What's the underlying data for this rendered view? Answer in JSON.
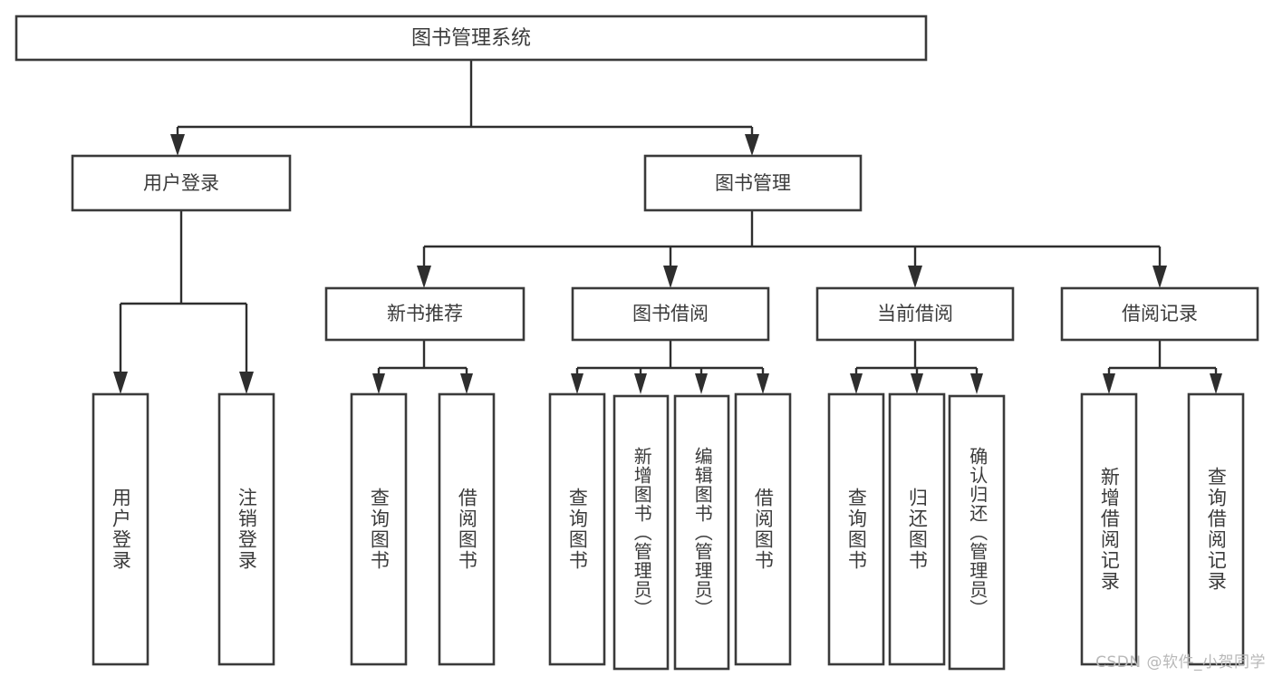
{
  "diagram": {
    "title": "图书管理系统",
    "type": "tree",
    "orientation": "top-down",
    "colors": {
      "background": "#ffffff",
      "box_fill": "#ffffff",
      "box_stroke": "#3a3a3a",
      "connector": "#2e2e2e",
      "text": "#3b3b3b",
      "watermark": "#b8b8b8"
    },
    "root": {
      "label": "图书管理系统"
    },
    "level1": [
      {
        "label": "用户登录"
      },
      {
        "label": "图书管理"
      }
    ],
    "level2": [
      {
        "label": "新书推荐"
      },
      {
        "label": "图书借阅"
      },
      {
        "label": "当前借阅"
      },
      {
        "label": "借阅记录"
      }
    ],
    "leaves": {
      "user_login": [
        {
          "label": "用户登录"
        },
        {
          "label": "注销登录"
        }
      ],
      "new_book_recommend": [
        {
          "label": "查询图书"
        },
        {
          "label": "借阅图书"
        }
      ],
      "book_borrow": [
        {
          "label": "查询图书"
        },
        {
          "label": "新增图书（管理员）"
        },
        {
          "label": "编辑图书（管理员）"
        },
        {
          "label": "借阅图书"
        }
      ],
      "current_borrow": [
        {
          "label": "查询图书"
        },
        {
          "label": "归还图书"
        },
        {
          "label": "确认归还（管理员）"
        }
      ],
      "borrow_record": [
        {
          "label": "新增借阅记录"
        },
        {
          "label": "查询借阅记录"
        }
      ]
    }
  },
  "watermark": {
    "text": "CSDN @软件_小贺同学"
  }
}
